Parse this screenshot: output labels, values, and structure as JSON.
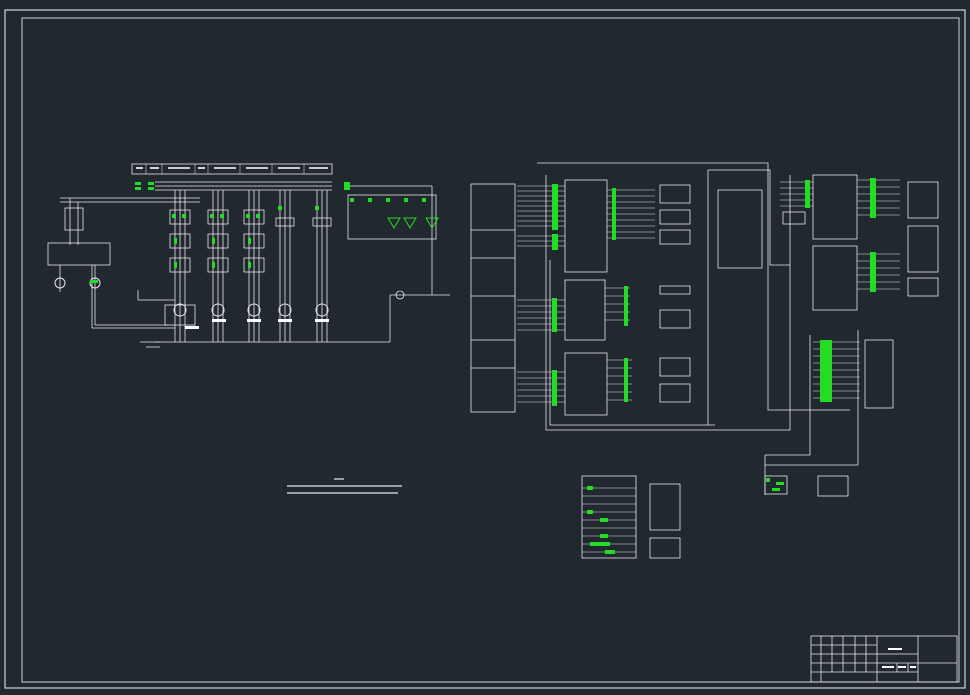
{
  "colors": {
    "background": "#212830",
    "line": "#e8e8e8",
    "accent": "#22dd22"
  },
  "icons": [
    "motor-symbol",
    "lamp-symbol",
    "ground-symbol",
    "plc-module"
  ],
  "drawing": {
    "bus_label": "",
    "note_title": "",
    "title_block_name": ""
  }
}
